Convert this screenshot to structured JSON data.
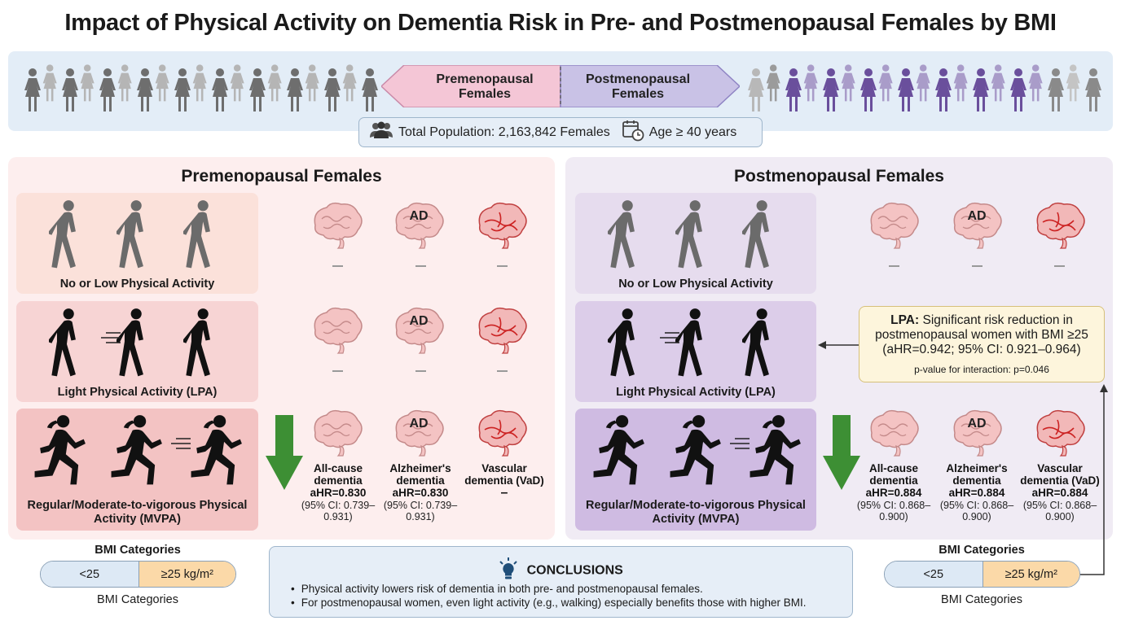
{
  "title": "Impact of Physical Activity on Dementia Risk in Pre- and Postmenopausal Females by BMI",
  "header": {
    "pre_label": "Premenopausal Females",
    "post_label": "Postmenopausal Females",
    "population_text": "Total Population: 2,163,842 Females",
    "age_text": "Age ≥ 40 years",
    "icons": [
      "people-group-icon",
      "calendar-clock-icon"
    ]
  },
  "panels": {
    "pre": {
      "title": "Premenopausal Females",
      "rows": {
        "low": "No or Low Physical Activity",
        "lpa": "Light Physical Activity (LPA)",
        "mvpa": "Regular/Moderate-to-vigorous Physical Activity (MVPA)"
      },
      "ad_label": "AD",
      "results": {
        "all_cause": {
          "name": "All-cause dementia",
          "hr": "aHR=0.830",
          "ci": "(95% CI: 0.739–0.931)"
        },
        "alzheimers": {
          "name": "Alzheimer's dementia",
          "hr": "aHR=0.830",
          "ci": "(95% CI: 0.739–0.931)"
        },
        "vascular": {
          "name": "Vascular dementia (VaD)",
          "hr": "–",
          "ci": ""
        }
      }
    },
    "post": {
      "title": "Postmenopausal Females",
      "rows": {
        "low": "No or Low Physical Activity",
        "lpa": "Light Physical Activity (LPA)",
        "mvpa": "Regular/Moderate-to-vigorous Physical Activity (MVPA)"
      },
      "ad_label": "AD",
      "results": {
        "all_cause": {
          "name": "All-cause dementia",
          "hr": "aHR=0.884",
          "ci": "(95% CI: 0.868–0.900)"
        },
        "alzheimers": {
          "name": "Alzheimer's dementia",
          "hr": "aHR=0.884",
          "ci": "(95% CI: 0.868–0.900)"
        },
        "vascular": {
          "name": "Vascular dementia (VaD)",
          "hr": "aHR=0.884",
          "ci": "(95% CI: 0.868–0.900)"
        }
      }
    }
  },
  "callout": {
    "bold": "LPA:",
    "text": " Significant risk reduction in postmenopausal women with BMI ≥25 (aHR=0.942; 95% CI: 0.921–0.964)",
    "pvalue": "p-value for interaction: p=0.046"
  },
  "bmi": {
    "title": "BMI Categories",
    "low": "<25",
    "high": "≥25 kg/m²",
    "subtitle": "BMI Categories"
  },
  "conclusions": {
    "title": "CONCLUSIONS",
    "items": [
      "Physical activity lowers risk of dementia in both pre- and postmenopausal females.",
      "For postmenopausal women, even light activity (e.g., walking) especially benefits those with higher BMI."
    ]
  },
  "colors": {
    "pre_panel": "#fdeeee",
    "post_panel": "#f0ebf4",
    "pre_arrow": "#f4c6d6",
    "post_arrow": "#c9c2e6",
    "down_arrow": "#3d8f34",
    "bmi_low": "#dde9f5",
    "bmi_high": "#fbd9a8",
    "callout": "#fdf5dc"
  }
}
